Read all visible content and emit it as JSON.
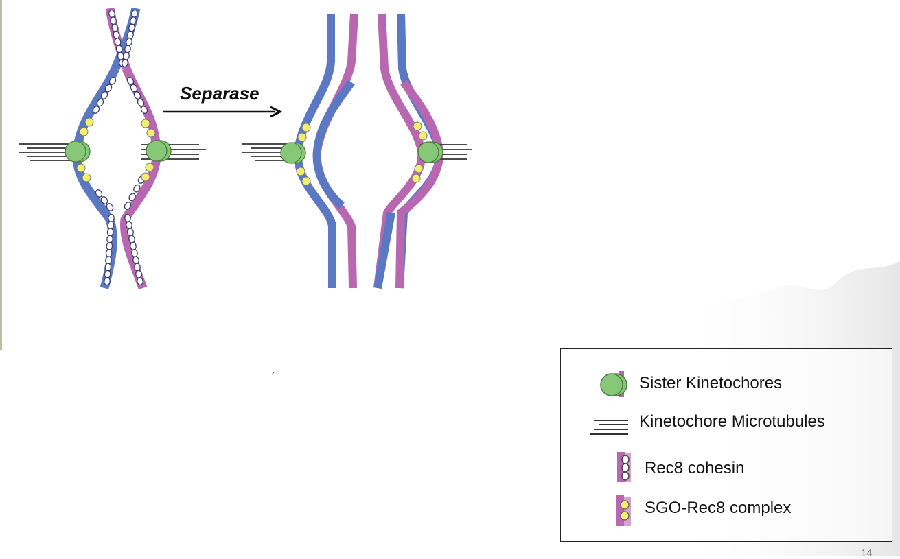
{
  "figure": {
    "arrow_label": "Separase",
    "colors": {
      "chromatid_blue": "#5b78c2",
      "chromatid_magenta": "#b868b0",
      "kinetochore_green": "#86c878",
      "sgo_yellow": "#f4ee6e",
      "microtubule": "#333333"
    }
  },
  "legend": {
    "items": [
      {
        "icon": "sister-kinetochores-icon",
        "label": "Sister Kinetochores"
      },
      {
        "icon": "microtubules-icon",
        "label": "Kinetochore Microtubules"
      },
      {
        "icon": "rec8-cohesin-icon",
        "label": "Rec8 cohesin"
      },
      {
        "icon": "sgo-rec8-complex-icon",
        "label": "SGO-Rec8 complex"
      }
    ]
  },
  "slide": {
    "page_number": "14"
  }
}
